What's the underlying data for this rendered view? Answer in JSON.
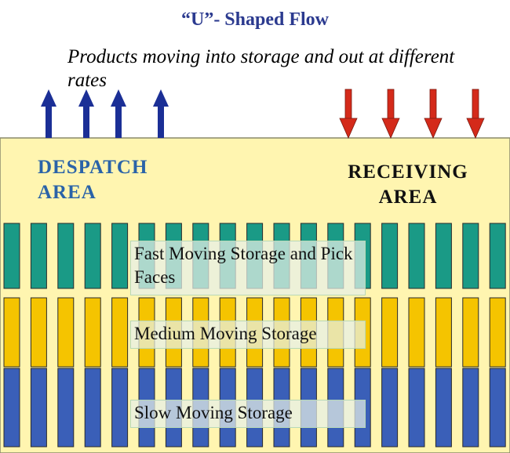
{
  "title": "“U”- Shaped Flow",
  "subtitle": "Products moving into storage and out at different rates",
  "despatch": {
    "line1": "DESPATCH",
    "line2": "AREA"
  },
  "receiving": {
    "line1": "RECEIVING",
    "line2": "AREA"
  },
  "zones": {
    "fast": "Fast Moving Storage and Pick Faces",
    "medium": "Medium Moving Storage",
    "slow": "Slow Moving Storage"
  },
  "colors": {
    "floor": "#fff5b0",
    "fast": "#1a9a86",
    "medium": "#f5c400",
    "slow": "#3a5fb8",
    "despatch_arrow": "#1b2f96",
    "receiving_arrow": "#d42a1a"
  },
  "arrows": {
    "despatch_count": 4,
    "receiving_count": 4
  },
  "rack_count": 19
}
